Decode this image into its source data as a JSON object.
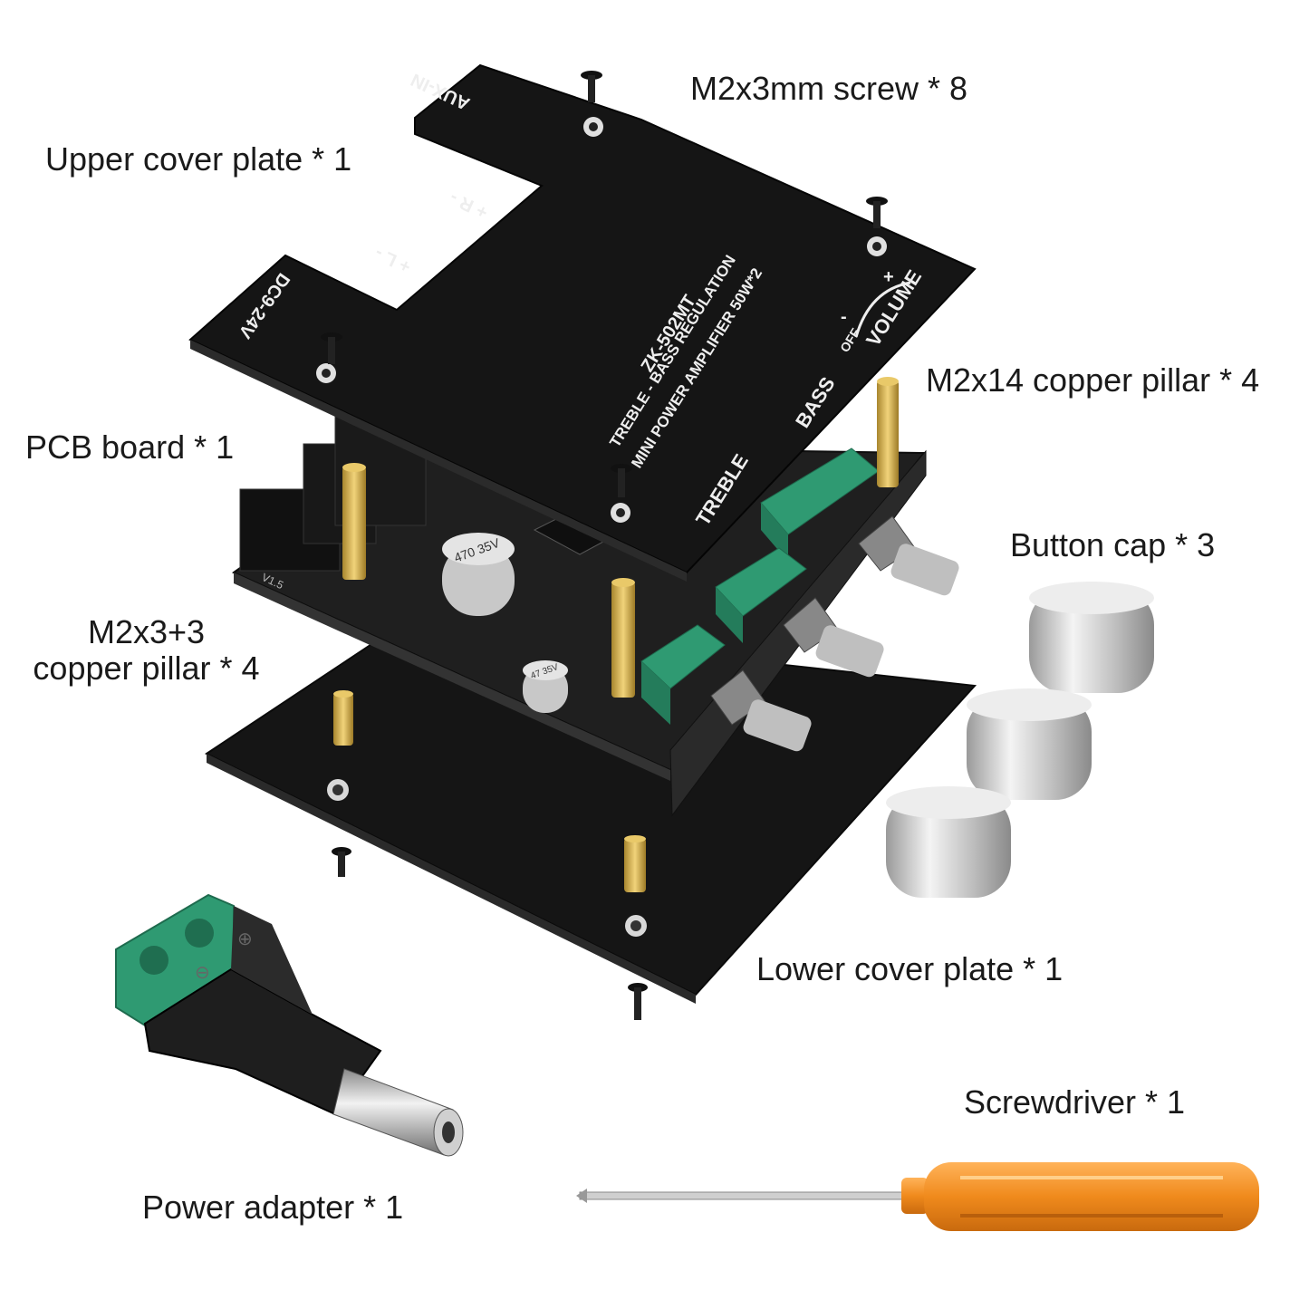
{
  "labels": {
    "screw": "M2x3mm screw * 8",
    "upper_plate": "Upper cover plate * 1",
    "pillar14": "M2x14 copper pillar * 4",
    "pcb": "PCB board * 1",
    "button_cap": "Button cap * 3",
    "pillar33_line1": "M2x3+3",
    "pillar33_line2": "copper pillar * 4",
    "lower_plate": "Lower cover plate * 1",
    "screwdriver": "Screwdriver * 1",
    "power_adapter": "Power adapter * 1"
  },
  "plate_print": {
    "aux": "AUX-IN",
    "r": "+ R -",
    "l": "+ L -",
    "dc": "DC9-24V",
    "model": "ZK-502MT",
    "line1": "TREBLE - BASS REGULATION",
    "line2": "MINI POWER AMPLIFIER 50W*2",
    "bass": "BASS",
    "treble": "TREBLE",
    "volume": "VOLUME",
    "off": "OFF",
    "plus": "+",
    "minus": "-"
  },
  "pcb_print": {
    "cap1": "470 35V",
    "cap2": "47 35V",
    "version": "V1.5"
  },
  "colors": {
    "board": "#1c1c1c",
    "brass": "#c9a448",
    "green": "#2f9a72",
    "orange": "#f08a1c",
    "silver": "#d8d8d8"
  }
}
